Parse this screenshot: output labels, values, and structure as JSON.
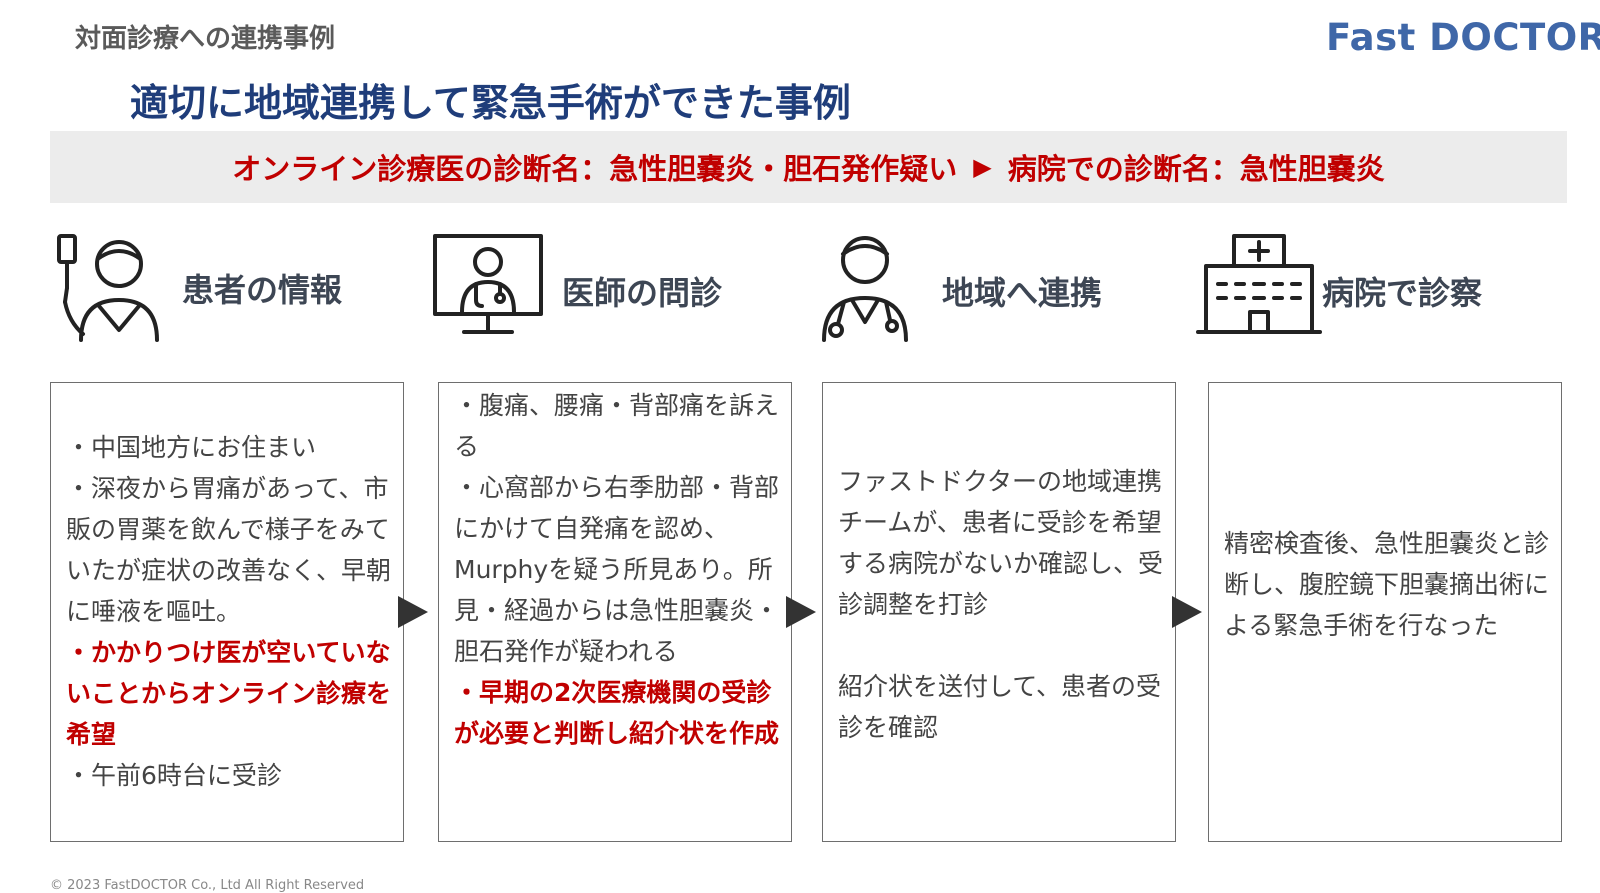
{
  "header": {
    "section_label": "対面診療への連携事例",
    "logo_text": "Fast DOCTOR",
    "title": "適切に地域連携して緊急手術ができた事例"
  },
  "banner": {
    "online_diagnosis": "オンライン診療医の診断名：急性胆嚢炎・胆石発作疑い",
    "arrow": "▶",
    "hospital_diagnosis": "病院での診断名：急性胆嚢炎"
  },
  "steps": [
    {
      "label": "患者の情報",
      "icon": "patient-icon",
      "lines": [
        {
          "text": "・中国地方にお住まい",
          "highlight": false
        },
        {
          "text": "・深夜から胃痛があって、市販の胃薬を飲んで様子をみていたが症状の改善なく、早朝に唾液を嘔吐。",
          "highlight": false
        },
        {
          "text": "・かかりつけ医が空いていないことからオンライン診療を希望",
          "highlight": true
        },
        {
          "text": "・午前6時台に受診",
          "highlight": false
        }
      ]
    },
    {
      "label": "医師の問診",
      "icon": "doctor-monitor-icon",
      "lines": [
        {
          "text": "・腹痛、腰痛・背部痛を訴える",
          "highlight": false
        },
        {
          "text": "・心窩部から右季肋部・背部にかけて自発痛を認め、Murphyを疑う所見あり。所見・経過からは急性胆嚢炎・胆石発作が疑われる",
          "highlight": false
        },
        {
          "text": "・早期の2次医療機関の受診が必要と判断し紹介状を作成",
          "highlight": true
        }
      ]
    },
    {
      "label": "地域へ連携",
      "icon": "doctor-stethoscope-icon",
      "lines": [
        {
          "text": "ファストドクターの地域連携チームが、患者に受診を希望する病院がないか確認し、受診調整を打診",
          "highlight": false
        },
        {
          "text": "",
          "highlight": false
        },
        {
          "text": "紹介状を送付して、患者の受診を確認",
          "highlight": false
        }
      ]
    },
    {
      "label": "病院で診察",
      "icon": "hospital-icon",
      "lines": [
        {
          "text": "精密検査後、急性胆嚢炎と診断し、腹腔鏡下胆嚢摘出術による緊急手術を行なった",
          "highlight": false
        }
      ]
    }
  ],
  "footer": {
    "copyright": "© 2023 FastDOCTOR Co., Ltd All Right Reserved"
  }
}
